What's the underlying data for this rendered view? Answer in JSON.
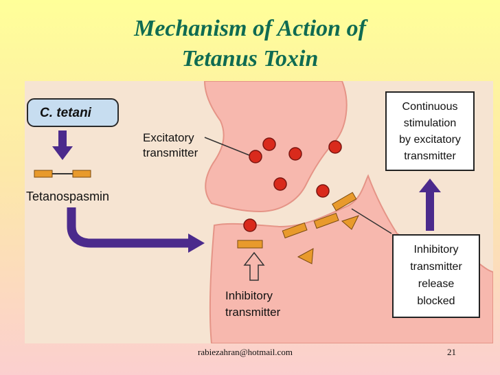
{
  "slide": {
    "title_line1": "Mechanism of Action of",
    "title_line2": "Tetanus Toxin",
    "footer_email": "rabiezahran@hotmail.com",
    "page_number": "21"
  },
  "diagram": {
    "organism_label": "C. tetani",
    "toxin_label": "Tetanospasmin",
    "excitatory_label": [
      "Excitatory",
      "transmitter"
    ],
    "inhibitory_label": [
      "Inhibitory",
      "transmitter"
    ],
    "result_label": [
      "Continuous",
      "stimulation",
      "by excitatory",
      "transmitter"
    ],
    "blocked_label": [
      "Inhibitory",
      "transmitter",
      "release",
      "blocked"
    ]
  },
  "colors": {
    "title": "#0f6b52",
    "tissue": "#f7b8ae",
    "tissue_outline": "#e59487",
    "arrow": "#4b2a8c",
    "vesicle": "#d92a1c",
    "receptor": "#e89a2c",
    "background_panel": "#f6e4d2"
  }
}
